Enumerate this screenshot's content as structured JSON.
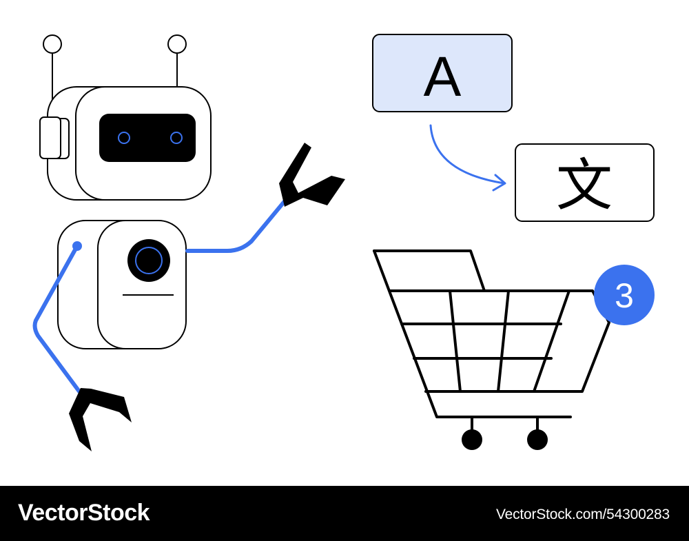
{
  "translation": {
    "source_letter": "A",
    "target_glyph": "文"
  },
  "cart": {
    "badge_count": "3"
  },
  "footer": {
    "brand": "VectorStock",
    "credit": "VectorStock.com/54300283"
  },
  "colors": {
    "accent": "#3b72ee",
    "highlight_fill": "#dde7fb",
    "ink": "#000000",
    "background": "#ffffff"
  },
  "icons": [
    "robot-icon",
    "claw-icon",
    "translate-icon",
    "arrow-icon",
    "shopping-cart-icon",
    "badge-icon"
  ]
}
